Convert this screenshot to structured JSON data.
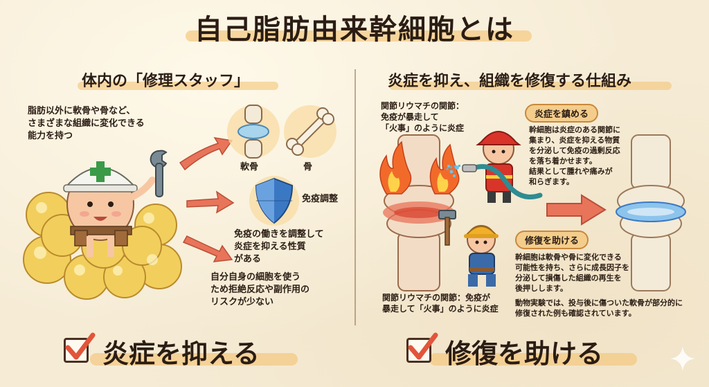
{
  "title": "自己脂肪由来幹細胞とは",
  "left": {
    "heading": "体内の「修理スタッフ」",
    "intro": "脂肪以外に軟骨や骨など、\nさまざまな組織に変化できる\n能力を持つ",
    "cartilage_label": "軟骨",
    "bone_label": "骨",
    "immune_label": "免疫調整",
    "immune_text": "免疫の働きを調整して\n炎症を抑える性質\nがある",
    "autologous_text": "自分自身の細胞を使う\nため拒絶反応や副作用の\nリスクが少ない"
  },
  "right": {
    "heading": "炎症を抑え、組織を修復する仕組み",
    "ra_top": "関節リウマチの関節：\n免疫が暴走して\n「火事」のように炎症",
    "ra_bottom": "関節リウマチの関節：免疫が\n暴走して「火事」のように炎症",
    "calm_pill": "炎症を鎮める",
    "calm_text": "幹細胞は炎症のある関節に\n集まり、炎症を抑える物質\nを分泌して免疫の過剰反応\nを落ち着かせます。\n結果として腫れや痛みが\n和らぎます。",
    "repair_pill": "修復を助ける",
    "repair_text": "幹細胞は軟骨や骨に変化できる\n可能性を持ち、さらに成長因子を\n分泌して損傷した組織の再生を\n後押しします。",
    "animal_text": "動物実験では、投与後に傷ついた軟骨が部分的に\n修復された例も確認されています。"
  },
  "bottom": {
    "left_label": "炎症を抑える",
    "right_label": "修復を助ける"
  },
  "colors": {
    "accent": "#f4c478",
    "arrow": "#e8745a",
    "check": "#e2553a",
    "shield": "#3b78c4",
    "fat_cell": "#f2cf5c"
  },
  "icons": [
    "check-icon",
    "shield-icon",
    "wrench-icon",
    "hammer-icon",
    "hose-icon",
    "flame-icon",
    "sparkle-icon"
  ]
}
